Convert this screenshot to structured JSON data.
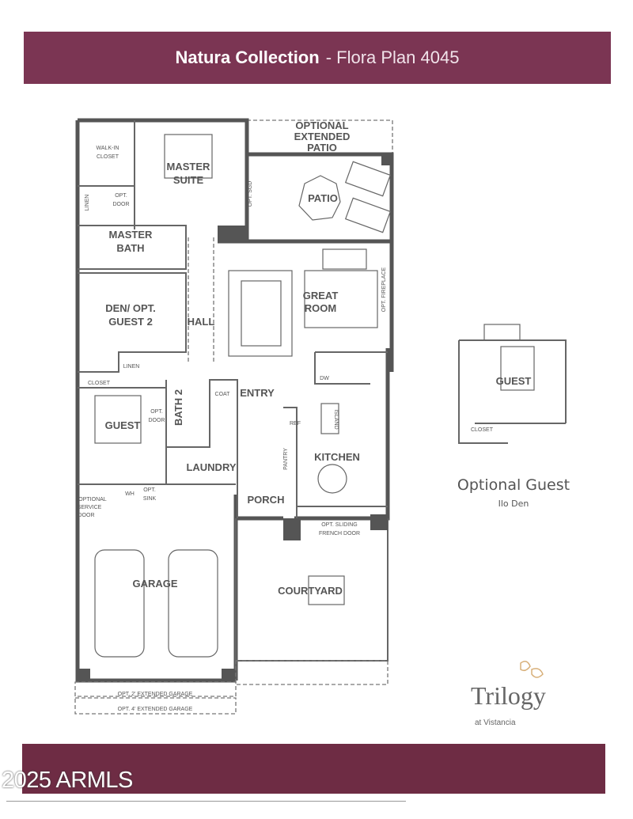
{
  "header": {
    "collection": "Natura Collection",
    "plan": "- Flora Plan 4045"
  },
  "colors": {
    "band": "#7b3553",
    "footer_band": "#6e2c44",
    "walls": "#555555"
  },
  "rooms": {
    "extended_patio": [
      "OPTIONAL",
      "EXTENDED",
      "PATIO"
    ],
    "master_suite": [
      "MASTER",
      "SUITE"
    ],
    "patio": "PATIO",
    "walk_in_closet": [
      "WALK-IN",
      "CLOSET"
    ],
    "opt_door_1": [
      "OPT.",
      "DOOR"
    ],
    "linen_1": "LINEN",
    "opt_sgd": "OPT. SGD",
    "master_bath": [
      "MASTER",
      "BATH"
    ],
    "den": [
      "DEN/ OPT.",
      "GUEST 2"
    ],
    "hall": "HALL",
    "great_room": [
      "GREAT",
      "ROOM"
    ],
    "opt_fireplace": "OPT. FIREPLACE",
    "linen_2": "LINEN",
    "closet": "CLOSET",
    "coat": "COAT",
    "entry": "ENTRY",
    "dw": "DW",
    "ref": "REF",
    "island": "ISLAND",
    "guest": "GUEST",
    "opt_door_2": [
      "OPT.",
      "DOOR"
    ],
    "bath2": "BATH 2",
    "laundry": "LAUNDRY",
    "pantry": "PANTRY",
    "kitchen": "KITCHEN",
    "wh": "WH",
    "opt_sink": [
      "OPT.",
      "SINK"
    ],
    "service_door": [
      "OPTIONAL",
      "SERVICE",
      "DOOR"
    ],
    "porch": "PORCH",
    "french_door": [
      "OPT. SLIDING",
      "FRENCH DOOR"
    ],
    "garage": "GARAGE",
    "courtyard": "COURTYARD",
    "ext_garage_2": "OPT. 2' EXTENDED GARAGE",
    "ext_garage_4": "OPT. 4' EXTENDED GARAGE"
  },
  "optional_guest": {
    "room": "GUEST",
    "closet": "CLOSET",
    "title": "Optional Guest",
    "subtitle": "Ilo Den"
  },
  "logo": {
    "name": "Trilogy",
    "location": "at Vistancia"
  },
  "watermark": "2025 ARMLS"
}
